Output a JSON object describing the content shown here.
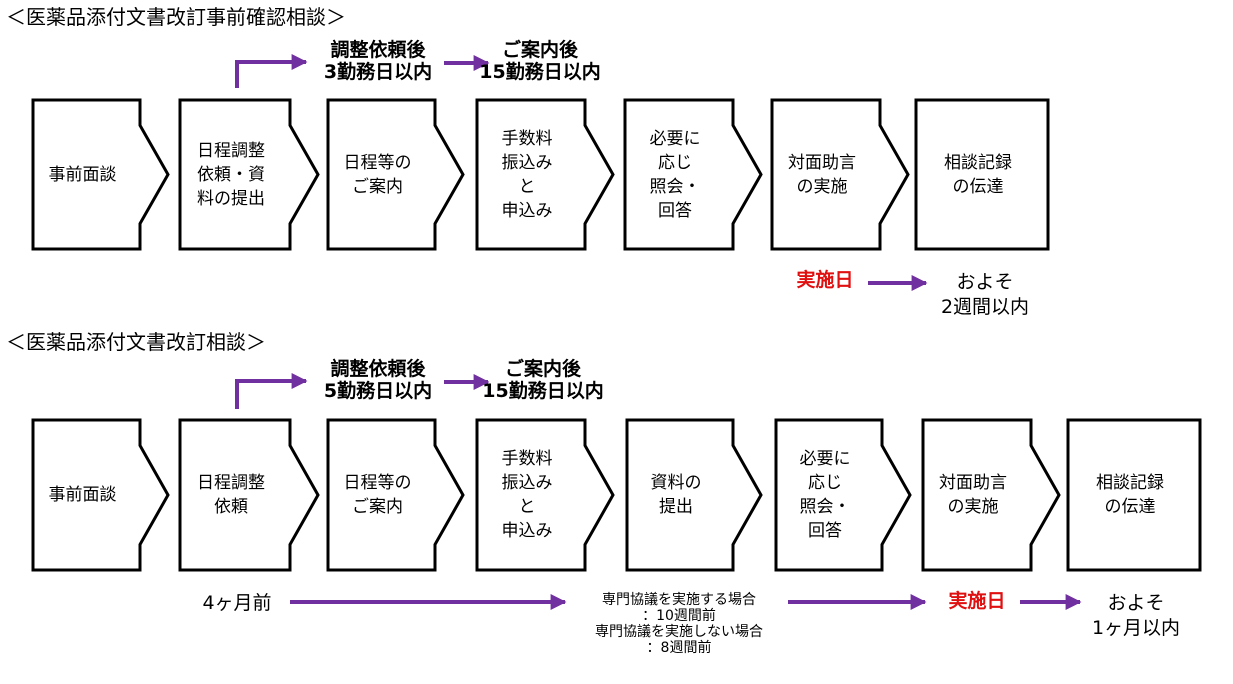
{
  "colors": {
    "arrow": "#7030a0",
    "highlight": "#e01010",
    "box_stroke": "#000000"
  },
  "section1": {
    "title": "＜医薬品添付文書改訂事前確認相談＞",
    "note_a": [
      "調整依頼後",
      "3勤務日以内"
    ],
    "note_b": [
      "ご案内後",
      "15勤務日以内"
    ],
    "boxes": [
      [
        "事前面談"
      ],
      [
        "日程調整",
        "依頼・資",
        "料の提出"
      ],
      [
        "日程等の",
        "ご案内"
      ],
      [
        "手数料",
        "振込み",
        "と",
        "申込み"
      ],
      [
        "必要に",
        "応じ",
        "照会・",
        "回答"
      ],
      [
        "対面助言",
        "の実施"
      ],
      [
        "相談記録",
        "の伝達"
      ]
    ],
    "impl_day": "実施日",
    "result": [
      "およそ",
      "2週間以内"
    ]
  },
  "section2": {
    "title": "＜医薬品添付文書改訂相談＞",
    "note_a": [
      "調整依頼後",
      "5勤務日以内"
    ],
    "note_b": [
      "ご案内後",
      "15勤務日以内"
    ],
    "boxes": [
      [
        "事前面談"
      ],
      [
        "日程調整",
        "依頼"
      ],
      [
        "日程等の",
        "ご案内"
      ],
      [
        "手数料",
        "振込み",
        "と",
        "申込み"
      ],
      [
        "資料の",
        "提出"
      ],
      [
        "必要に",
        "応じ",
        "照会・",
        "回答"
      ],
      [
        "対面助言",
        "の実施"
      ],
      [
        "相談記録",
        "の伝達"
      ]
    ],
    "start": "4ヶ月前",
    "conditions": [
      "専門協議を実施する場合",
      "：10週間前",
      "専門協議を実施しない場合",
      "：8週間前"
    ],
    "impl_day": "実施日",
    "result": [
      "およそ",
      "1ヶ月以内"
    ]
  }
}
